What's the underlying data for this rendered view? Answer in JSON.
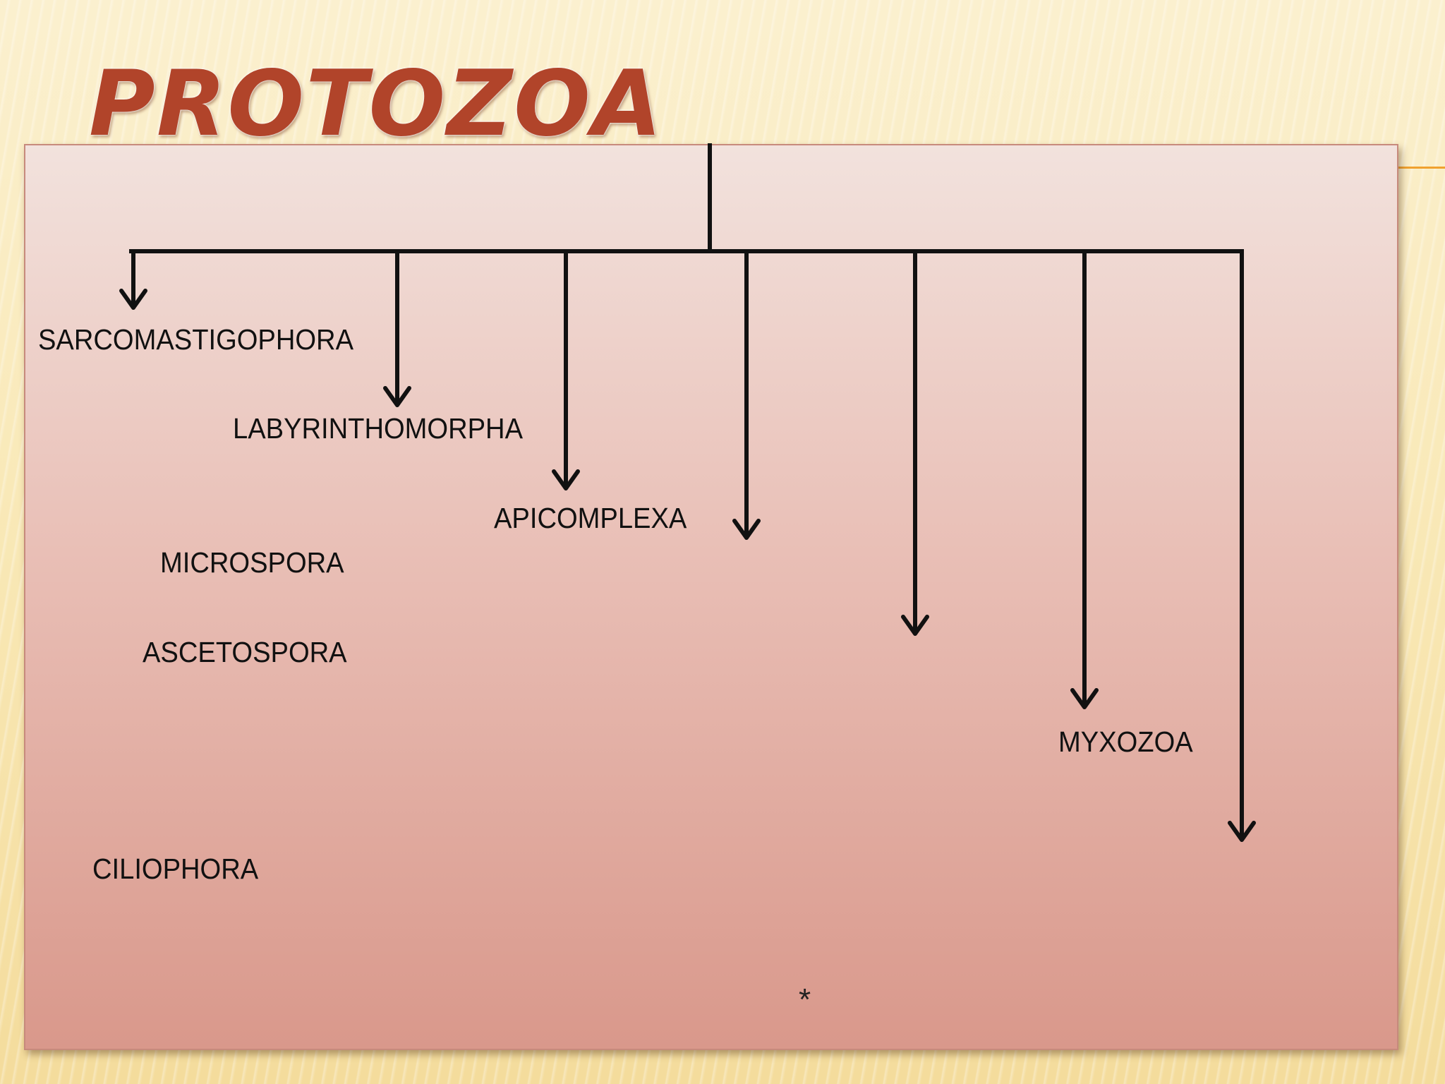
{
  "slide": {
    "title": "PROTOZOA",
    "footnote": "*"
  },
  "diagram": {
    "root": "PROTOZOA",
    "branches": [
      {
        "label": "SARCOMASTIGOPHORA"
      },
      {
        "label": "LABYRINTHOMORPHA"
      },
      {
        "label": "APICOMPLEXA"
      },
      {
        "label": "MICROSPORA"
      },
      {
        "label": "ASCETOSPORA"
      },
      {
        "label": "MYXOZOA"
      },
      {
        "label": "CILIOPHORA"
      }
    ]
  },
  "colors": {
    "title": "#b1442a",
    "connector": "#111111",
    "accent": "#f0a12e"
  }
}
